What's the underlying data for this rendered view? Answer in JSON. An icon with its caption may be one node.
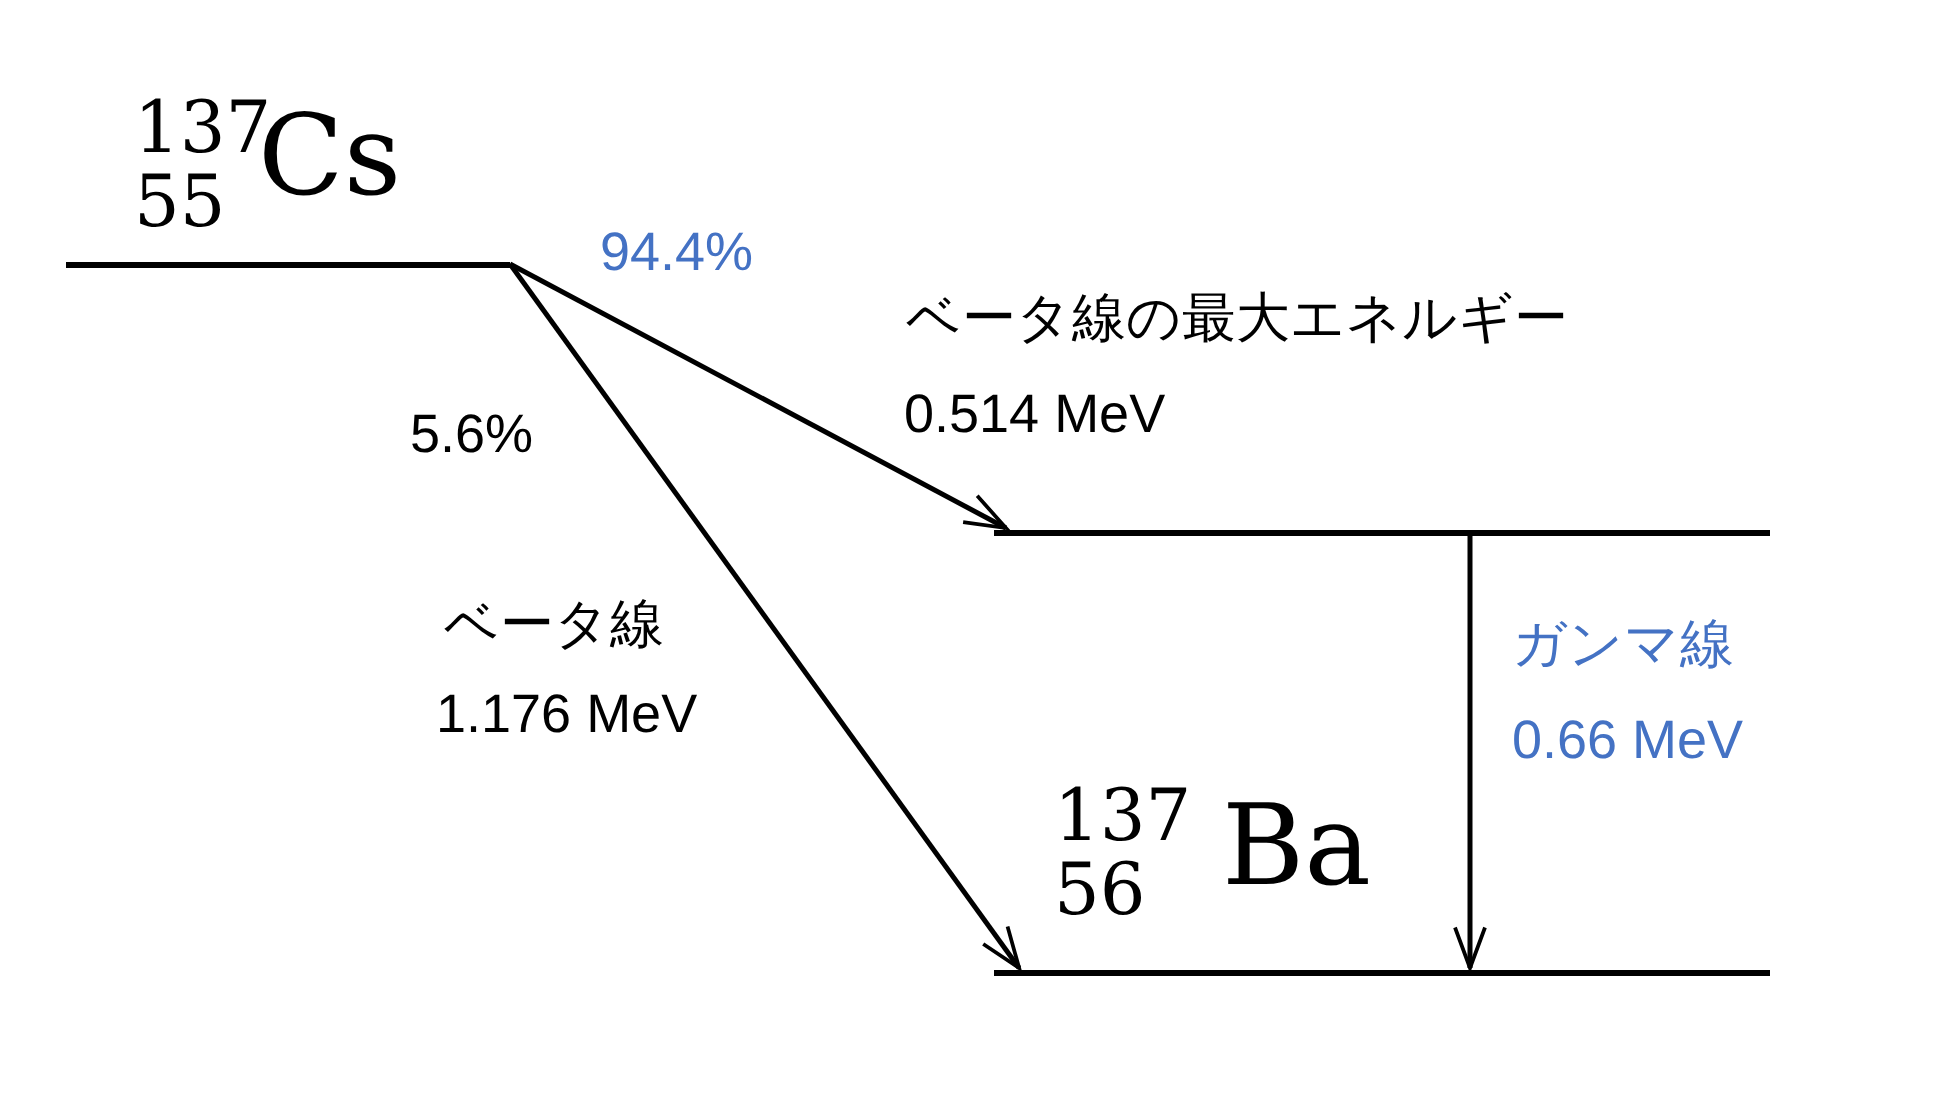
{
  "diagram": {
    "nodes": [
      {
        "text": [
          "137",
          "55",
          "Cs"
        ]
      },
      {
        "text": [],
        "shape": "bar"
      },
      {
        "text": [
          "137",
          "56",
          "Ba"
        ]
      }
    ],
    "edges": [
      {
        "from": 0,
        "to": 1,
        "arrow": "to",
        "label": "94.4%"
      },
      {
        "from": 0,
        "to": 2,
        "arrow": "to",
        "label": "5.6%"
      },
      {
        "from": 1,
        "to": 2,
        "arrow": "to"
      }
    ],
    "labels": [
      "ベータ線の最大エネルギー",
      "0.514 MeV",
      "ベータ線",
      "1.176 MeV",
      "ガンマ線",
      "0.66 MeV"
    ]
  }
}
